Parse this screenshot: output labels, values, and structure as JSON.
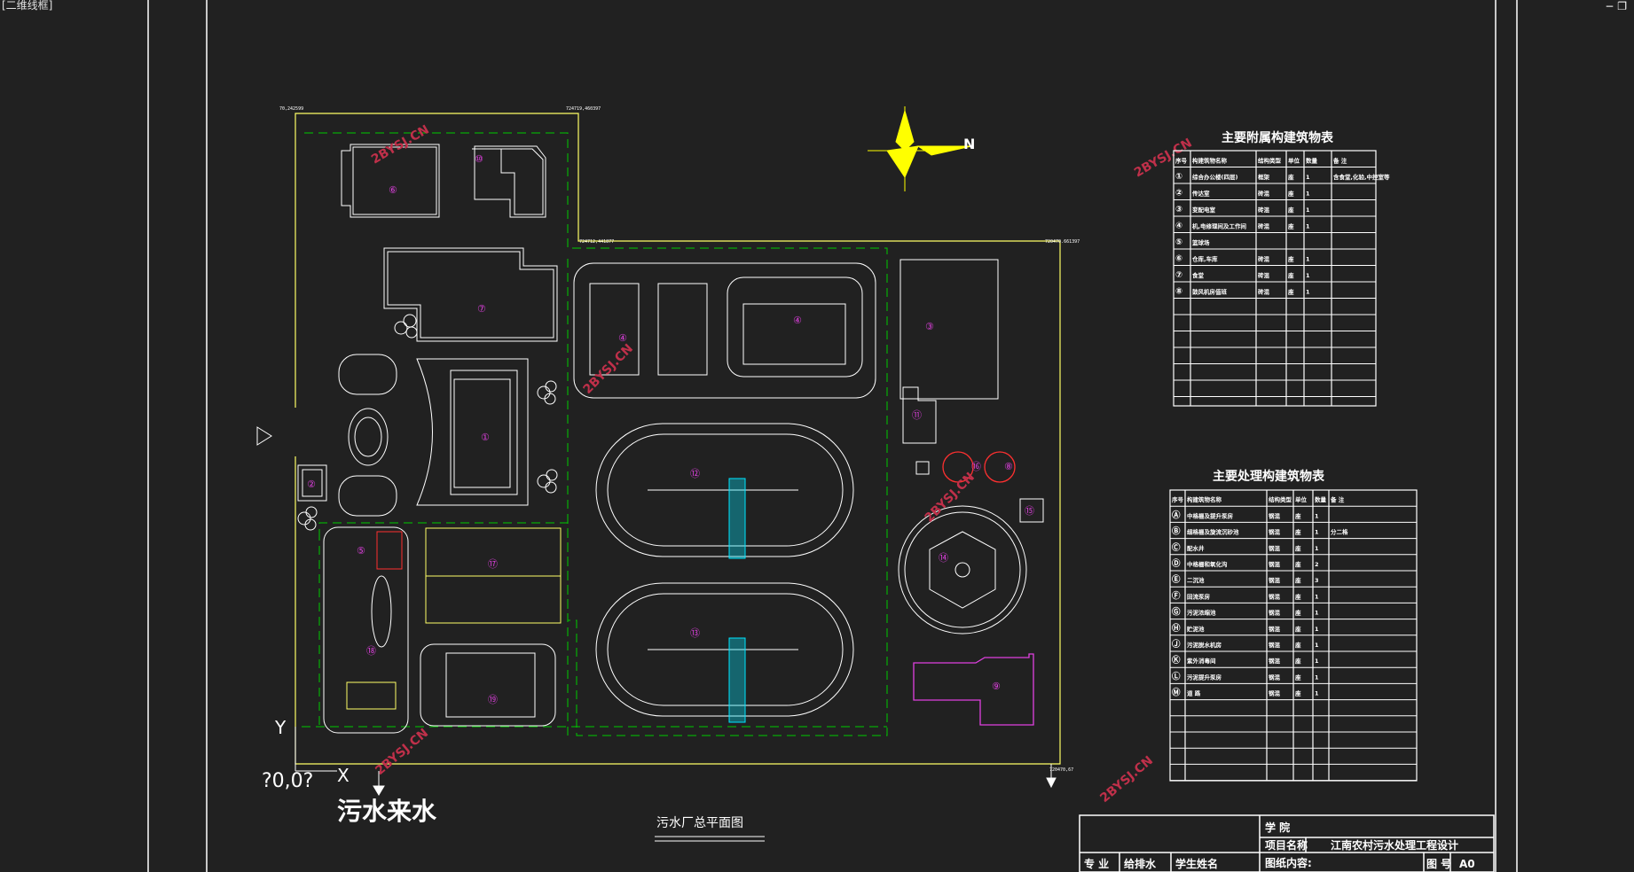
{
  "viewport_label": "[二维线框]",
  "window_controls": {
    "minimize": "−",
    "restore": "❐"
  },
  "drawing_title": "污水厂总平面图",
  "inlet_label": "污水来水",
  "origin_label": "?0,0?",
  "axis_x": "X",
  "axis_y": "Y",
  "north_label": "N",
  "watermark": "2BYSJ.CN",
  "site_coords": {
    "top_left": "70,242599",
    "top_mid": "724719,460397",
    "top_right": "720470.661397",
    "mid_top": "724712,441877",
    "right_bottom": "720470,67"
  },
  "structure_labels": [
    "⑥",
    "⑩",
    "⑦",
    "④",
    "④",
    "①",
    "②",
    "③",
    "⑪",
    "⑫",
    "⑬",
    "⑭",
    "⑮",
    "⑯",
    "⑧",
    "⑨",
    "⑤",
    "⑱",
    "⑰",
    "⑲"
  ],
  "annex_table": {
    "title": "主要附属构建筑物表",
    "headers": [
      "序号",
      "构建筑物名称",
      "结构类型",
      "单位",
      "数量",
      "备 注"
    ],
    "rows": [
      [
        "①",
        "综合办公楼(四层)",
        "框架",
        "座",
        "1",
        "含食堂,化验,中控室等"
      ],
      [
        "②",
        "传达室",
        "砖混",
        "座",
        "1",
        ""
      ],
      [
        "③",
        "变配电室",
        "砖混",
        "座",
        "1",
        ""
      ],
      [
        "④",
        "机,电修理间及工作间",
        "砖混",
        "座",
        "1",
        ""
      ],
      [
        "⑤",
        "篮球场",
        "",
        "",
        "",
        ""
      ],
      [
        "⑥",
        "仓库,车库",
        "砖混",
        "座",
        "1",
        ""
      ],
      [
        "⑦",
        "食堂",
        "砖混",
        "座",
        "1",
        ""
      ],
      [
        "⑧",
        "鼓风机房值班",
        "砖混",
        "座",
        "1",
        ""
      ]
    ]
  },
  "process_table": {
    "title": "主要处理构建筑物表",
    "headers": [
      "序号",
      "构建筑物名称",
      "结构类型",
      "单位",
      "数量",
      "备 注"
    ],
    "rows": [
      [
        "Ⓐ",
        "中格栅及提升泵房",
        "钢混",
        "座",
        "1",
        ""
      ],
      [
        "Ⓑ",
        "细格栅及旋流沉砂池",
        "钢混",
        "座",
        "1",
        "分二格"
      ],
      [
        "Ⓒ",
        "配水井",
        "钢混",
        "座",
        "1",
        ""
      ],
      [
        "Ⓓ",
        "中格栅和氧化沟",
        "钢混",
        "座",
        "2",
        ""
      ],
      [
        "Ⓔ",
        "二沉池",
        "钢混",
        "座",
        "3",
        ""
      ],
      [
        "Ⓕ",
        "回流泵房",
        "钢混",
        "座",
        "1",
        ""
      ],
      [
        "Ⓖ",
        "污泥浓缩池",
        "钢混",
        "座",
        "1",
        ""
      ],
      [
        "Ⓗ",
        "贮泥池",
        "钢混",
        "座",
        "1",
        ""
      ],
      [
        "Ⓙ",
        "污泥脱水机房",
        "钢混",
        "座",
        "1",
        ""
      ],
      [
        "Ⓚ",
        "紫外消毒间",
        "钢混",
        "座",
        "1",
        ""
      ],
      [
        "Ⓛ",
        "污泥提升泵房",
        "钢混",
        "座",
        "1",
        ""
      ],
      [
        "Ⓜ",
        "道 路",
        "钢混",
        "座",
        "1",
        ""
      ]
    ]
  },
  "title_block": {
    "college_label": "学 院",
    "project_label": "项目名称",
    "project_value": "江南农村污水处理工程设计",
    "content_label": "图纸内容:",
    "major_label": "专 业",
    "major_value": "给排水",
    "student_label": "学生姓名",
    "sheet_label": "图 号",
    "sheet_value": "A0"
  },
  "colors": {
    "background": "#212121",
    "site": "#ffff66",
    "green_dash": "#00cc00",
    "magenta": "#e040e0",
    "cyan": "#00e5ff",
    "red": "#ff3030",
    "frame": "#ffffff"
  }
}
